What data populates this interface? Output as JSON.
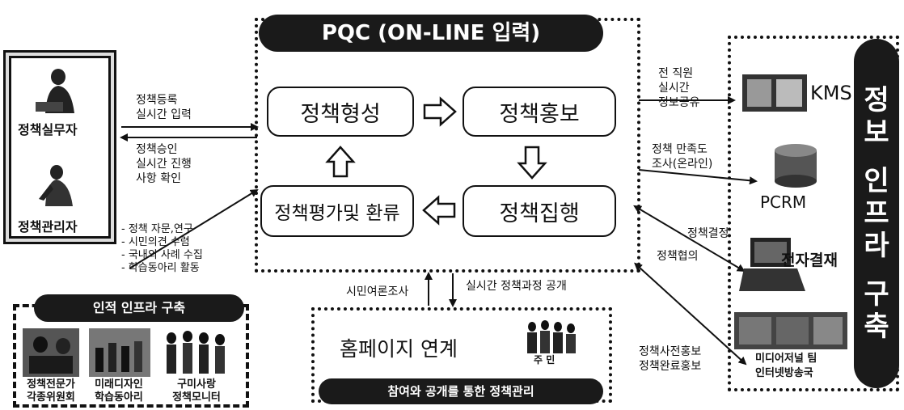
{
  "center": {
    "title": "PQC (ON-LINE 입력)",
    "box_formation": "정책형성",
    "box_promotion": "정책홍보",
    "box_evaluation": "정책평가및 환류",
    "box_execution": "정책집행"
  },
  "left": {
    "worker_label": "정책실무자",
    "manager_label": "정책관리자",
    "arrow_out_text": "정책등록\n실시간 입력",
    "arrow_in_text": "정책승인\n실시간 진행\n사항 확인",
    "advisory_list": "- 정책 자문,연구\n- 시민의견 수렴\n- 국내외 사례 수집\n- 학습동아리 활동"
  },
  "human_infra": {
    "title": "인적 인프라 구축",
    "items": [
      {
        "line1": "정책전문가",
        "line2": "각종위원회"
      },
      {
        "line1": "미래디자인",
        "line2": "학습동아리"
      },
      {
        "line1": "구미사랑",
        "line2": "정책모니터"
      }
    ]
  },
  "bottom": {
    "survey_text": "시민여론조사",
    "disclosure_text": "실시간 정책과정 공개",
    "homepage_text": "홈페이지 연계",
    "resident_text": "주  민",
    "banner": "참여와 공개를 통한 정책관리"
  },
  "right": {
    "vertical_title": [
      "정",
      "보",
      "인",
      "프",
      "라",
      "구",
      "축"
    ],
    "kms_label": "KMS",
    "kms_text": "전 직원\n실시간\n정보공유",
    "pcrm_label": "PCRM",
    "pcrm_text": "정책 만족도\n조사(온라인)",
    "approval_label": "전자결재",
    "decision_text": "정책결정",
    "consult_text": "정책협의",
    "media_label1": "미디어저널 팀",
    "media_label2": "인터넷방송국",
    "promo_text": "정책사전홍보\n정책완료홍보"
  }
}
